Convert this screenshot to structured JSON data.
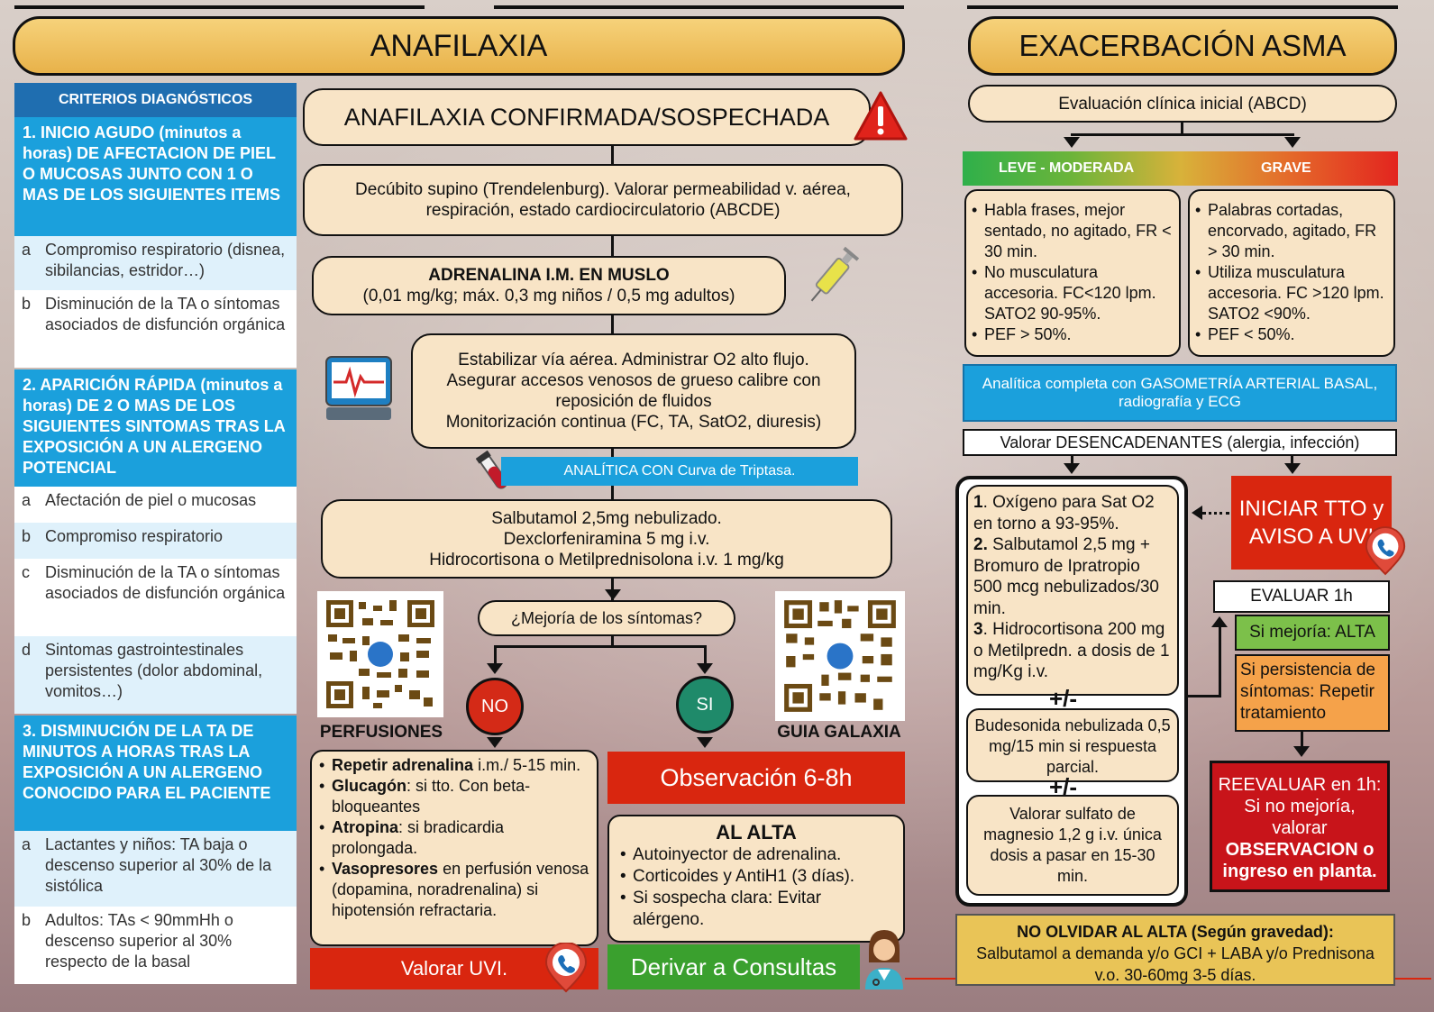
{
  "anafilaxia": {
    "title": "ANAFILAXIA",
    "criteria": {
      "header": "CRITERIOS DIAGNÓSTICOS",
      "c1": "1. INICIO AGUDO (minutos a horas) DE AFECTACION DE PIEL O MUCOSAS  JUNTO CON 1 O MAS DE LOS SIGUIENTES ITEMS",
      "c1_items": [
        {
          "key": "a",
          "text": "Compromiso respiratorio (disnea, sibilancias, estridor…)"
        },
        {
          "key": "b",
          "text": "Disminución de la TA o síntomas asociados de disfunción orgánica"
        }
      ],
      "c2": "2. APARICIÓN RÁPIDA (minutos a horas) DE 2 O MAS DE LOS SIGUIENTES SINTOMAS TRAS LA EXPOSICIÓN A UN ALERGENO POTENCIAL",
      "c2_items": [
        {
          "key": "a",
          "text": "Afectación de piel o mucosas"
        },
        {
          "key": "b",
          "text": "Compromiso respiratorio"
        },
        {
          "key": "c",
          "text": "Disminución de la TA o síntomas asociados de disfunción orgánica"
        },
        {
          "key": "d",
          "text": "Sintomas gastrointestinales persistentes (dolor abdominal, vomitos…)"
        }
      ],
      "c3": "3. DISMINUCIÓN DE LA TA DE MINUTOS A HORAS TRAS LA EXPOSICIÓN A UN ALERGENO CONOCIDO PARA EL PACIENTE",
      "c3_items": [
        {
          "key": "a",
          "text": "Lactantes y niños: TA baja o descenso superior al 30% de la sistólica"
        },
        {
          "key": "b",
          "text": "Adultos: TAs < 90mmHh o descenso superior al 30% respecto de la basal"
        }
      ]
    },
    "confirmed": "ANAFILAXIA CONFIRMADA/SOSPECHADA",
    "step1": "Decúbito supino (Trendelenburg). Valorar permeabilidad v. aérea, respiración, estado cardiocirculatorio (ABCDE)",
    "adrenalina_title": "ADRENALINA I.M. EN MUSLO",
    "adrenalina_dose": "(0,01 mg/kg; máx. 0,3 mg niños / 0,5 mg adultos)",
    "step3": [
      "Estabilizar vía aérea. Administrar O2 alto flujo.",
      "Asegurar accesos venosos de grueso calibre con reposición de fluidos",
      "Monitorización continua (FC, TA, SatO2, diuresis)"
    ],
    "analitica": "ANALÍTICA CON Curva de Triptasa.",
    "step4": [
      "Salbutamol 2,5mg nebulizado.",
      "Dexclorfeniramina 5 mg i.v.",
      "Hidrocortisona o Metilprednisolona i.v. 1 mg/kg"
    ],
    "question": "¿Mejoría de los síntomas?",
    "no": "NO",
    "si": "SI",
    "qr_left_label": "PERFUSIONES",
    "qr_right_label": "GUIA GALAXIA",
    "no_list": [
      {
        "bold": "Repetir adrenalina",
        "text": " i.m./ 5-15 min."
      },
      {
        "bold": "Glucagón",
        "text": ": si tto. Con beta-bloqueantes"
      },
      {
        "bold": "Atropina",
        "text": ": si bradicardia prolongada."
      },
      {
        "bold": "Vasopresores",
        "text": " en perfusión venosa (dopamina, noradrenalina) si hipotensión refractaria."
      }
    ],
    "valorar_uvi": "Valorar UVI.",
    "observacion": "Observación 6-8h",
    "alta_title": "AL ALTA",
    "alta_list": [
      "Autoinyector de adrenalina.",
      "Corticoides y AntiH1 (3 días).",
      "Si sospecha clara: Evitar alérgeno."
    ],
    "derivar": "Derivar a Consultas"
  },
  "asma": {
    "title": "EXACERBACIÓN ASMA",
    "eval": "Evaluación clínica inicial (ABCD)",
    "leve": "LEVE - MODERADA",
    "grave": "GRAVE",
    "leve_list": [
      "Habla frases, mejor sentado, no agitado, FR < 30 min.",
      "No musculatura accesoria.  FC<120 lpm. SATO2 90-95%.",
      "PEF > 50%."
    ],
    "grave_list": [
      "Palabras cortadas, encorvado, agitado, FR > 30 min.",
      "Utiliza musculatura accesoria.  FC >120 lpm. SATO2 <90%.",
      "PEF < 50%."
    ],
    "analitica": "Analítica completa con GASOMETRÍA ARTERIAL BASAL, radiografía y ECG",
    "desencadenantes": "Valorar DESENCADENANTES (alergia, infección)",
    "tto_list": [
      {
        "num": "1",
        "text": ". Oxígeno para Sat O2 en torno a 93-95%."
      },
      {
        "num": "2.",
        "text": " Salbutamol 2,5 mg + Bromuro de Ipratropio 500 mcg nebulizados/30 min."
      },
      {
        "num": "3",
        "text": ". Hidrocortisona 200 mg o Metilpredn. a dosis de 1 mg/Kg i.v."
      }
    ],
    "plusminus": "+/-",
    "budesonida": "Budesonida nebulizada 0,5 mg/15 min si respuesta parcial.",
    "magnesio": "Valorar sulfato de magnesio 1,2 g i.v. única dosis a pasar en 15-30 min.",
    "iniciar": "INICIAR TTO y AVISO A UVI",
    "evaluar": "EVALUAR 1h",
    "mejoria": "Si mejoría: ALTA",
    "persistencia": "Si persistencia de síntomas: Repetir tratamiento",
    "reevaluar_pre": "REEVALUAR en 1h: Si no mejoría, valorar ",
    "reevaluar_bold": "OBSERVACION o ingreso en planta.",
    "no_olvidar_title": "NO OLVIDAR AL ALTA (Según gravedad):",
    "no_olvidar_text": "Salbutamol a demanda y/o GCI + LABA y/o Prednisona v.o. 30-60mg 3-5 días."
  },
  "colors": {
    "banner": "#e8b24a",
    "box": "#f8e4c6",
    "blue": "#1ba0dc",
    "red": "#d9260f",
    "green": "#3aa02e"
  }
}
